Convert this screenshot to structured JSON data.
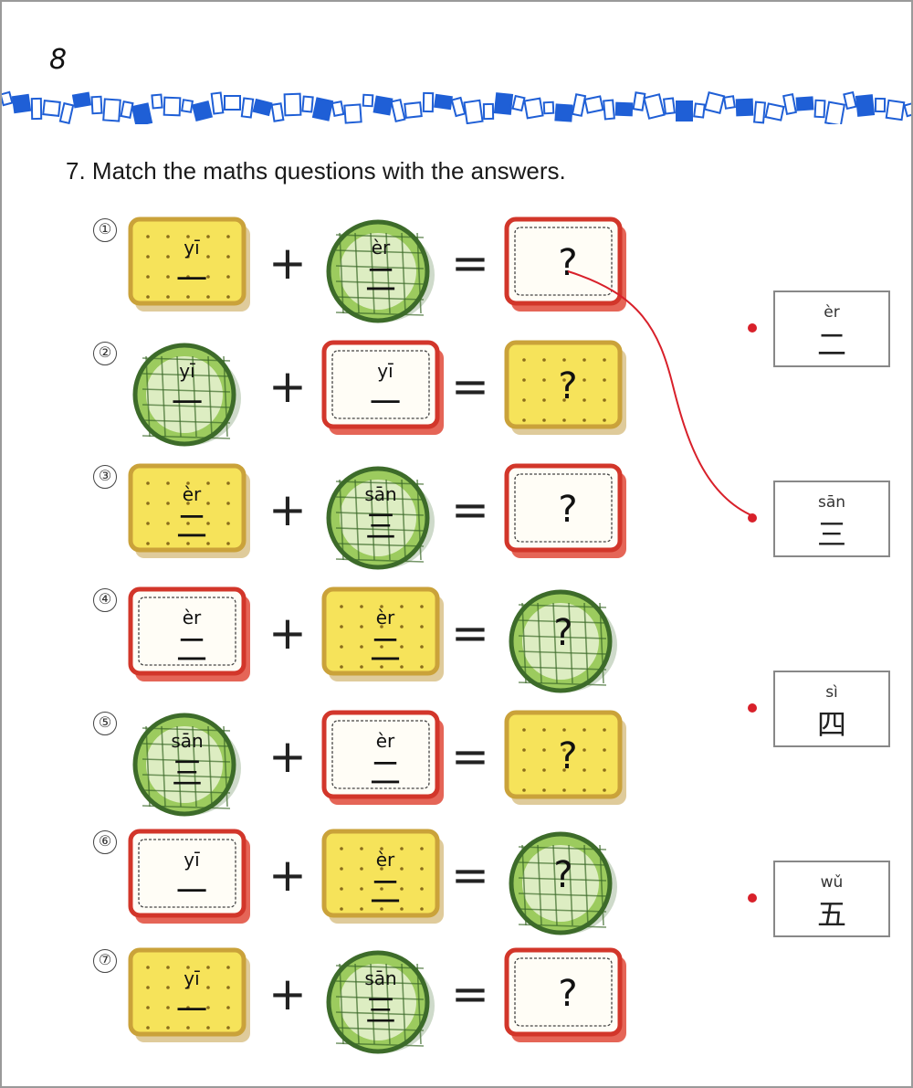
{
  "page": {
    "number": "8"
  },
  "instruction": "7. Match the maths questions with the answers.",
  "question_mark": "?",
  "operators": {
    "plus": "+",
    "equals": "="
  },
  "questions": [
    {
      "num": "①",
      "a": {
        "shape": "square-yellow",
        "pinyin": "yī",
        "hanzi": "一"
      },
      "b": {
        "shape": "round-green",
        "pinyin": "èr",
        "hanzi": "二"
      },
      "result": "square-red"
    },
    {
      "num": "②",
      "a": {
        "shape": "round-green",
        "pinyin": "yī",
        "hanzi": "一"
      },
      "b": {
        "shape": "square-red",
        "pinyin": "yī",
        "hanzi": "一"
      },
      "result": "square-yellow"
    },
    {
      "num": "③",
      "a": {
        "shape": "square-yellow",
        "pinyin": "èr",
        "hanzi": "二"
      },
      "b": {
        "shape": "round-green",
        "pinyin": "sān",
        "hanzi": "三"
      },
      "result": "square-red"
    },
    {
      "num": "④",
      "a": {
        "shape": "square-red",
        "pinyin": "èr",
        "hanzi": "二"
      },
      "b": {
        "shape": "square-yellow",
        "pinyin": "èr",
        "hanzi": "二"
      },
      "result": "round-green"
    },
    {
      "num": "⑤",
      "a": {
        "shape": "round-green",
        "pinyin": "sān",
        "hanzi": "三"
      },
      "b": {
        "shape": "square-red",
        "pinyin": "èr",
        "hanzi": "二"
      },
      "result": "square-yellow"
    },
    {
      "num": "⑥",
      "a": {
        "shape": "square-red",
        "pinyin": "yī",
        "hanzi": "一"
      },
      "b": {
        "shape": "square-yellow",
        "pinyin": "èr",
        "hanzi": "二"
      },
      "result": "round-green"
    },
    {
      "num": "⑦",
      "a": {
        "shape": "square-yellow",
        "pinyin": "yī",
        "hanzi": "一"
      },
      "b": {
        "shape": "round-green",
        "pinyin": "sān",
        "hanzi": "三"
      },
      "result": "square-red"
    }
  ],
  "answers": [
    {
      "pinyin": "èr",
      "hanzi": "二"
    },
    {
      "pinyin": "sān",
      "hanzi": "三"
    },
    {
      "pinyin": "sì",
      "hanzi": "四"
    },
    {
      "pinyin": "wǔ",
      "hanzi": "五"
    }
  ],
  "example_match": {
    "question": "①",
    "answer": "三"
  },
  "colors": {
    "yellow_fill": "#f6e35a",
    "yellow_edge": "#caa23a",
    "green_fill": "#9ccb5e",
    "green_edge": "#3d6b2a",
    "red_edge": "#d2362a",
    "white_fill": "#fffdf6",
    "line_red": "#d8202a",
    "border_blue": "#1f5fd6"
  }
}
